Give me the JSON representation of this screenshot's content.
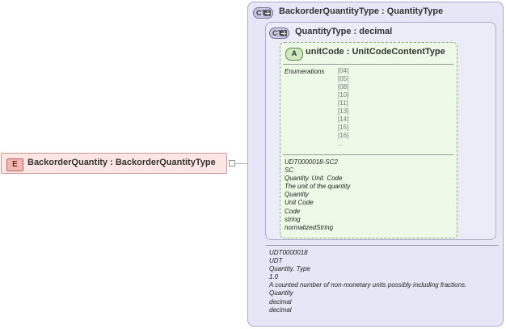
{
  "element": {
    "badge": "E",
    "name": "BackorderQuantity",
    "type": "BackorderQuantityType"
  },
  "outer_type": {
    "badge": "CT",
    "name": "BackorderQuantityType",
    "base": "QuantityType",
    "doc": [
      "UDT0000018",
      "UDT",
      "Quantity. Type",
      "1.0",
      "A counted number of non-monetary units possibly including fractions.",
      "Quantity",
      "decimal",
      "decimal"
    ]
  },
  "inner_type": {
    "badge": "CT",
    "name": "QuantityType",
    "base": "decimal"
  },
  "attribute": {
    "badge": "A",
    "name": "unitCode",
    "type": "UnitCodeContentType",
    "enumerations_label": "Enumerations",
    "enumerations": [
      "[04]",
      "[05]",
      "[08]",
      "[10]",
      "[11]",
      "[13]",
      "[14]",
      "[15]",
      "[16]",
      "..."
    ],
    "doc": [
      "UDT0000018-SC2",
      "SC",
      "Quantity. Unit. Code",
      "The unit of the quantity",
      "Quantity",
      "Unit Code",
      "Code",
      "string",
      "normalizedString"
    ]
  },
  "colors": {
    "element_fill": "#fde6e4",
    "complex_type_fill": "#e6e6f6",
    "attribute_fill": "#eefae8"
  }
}
